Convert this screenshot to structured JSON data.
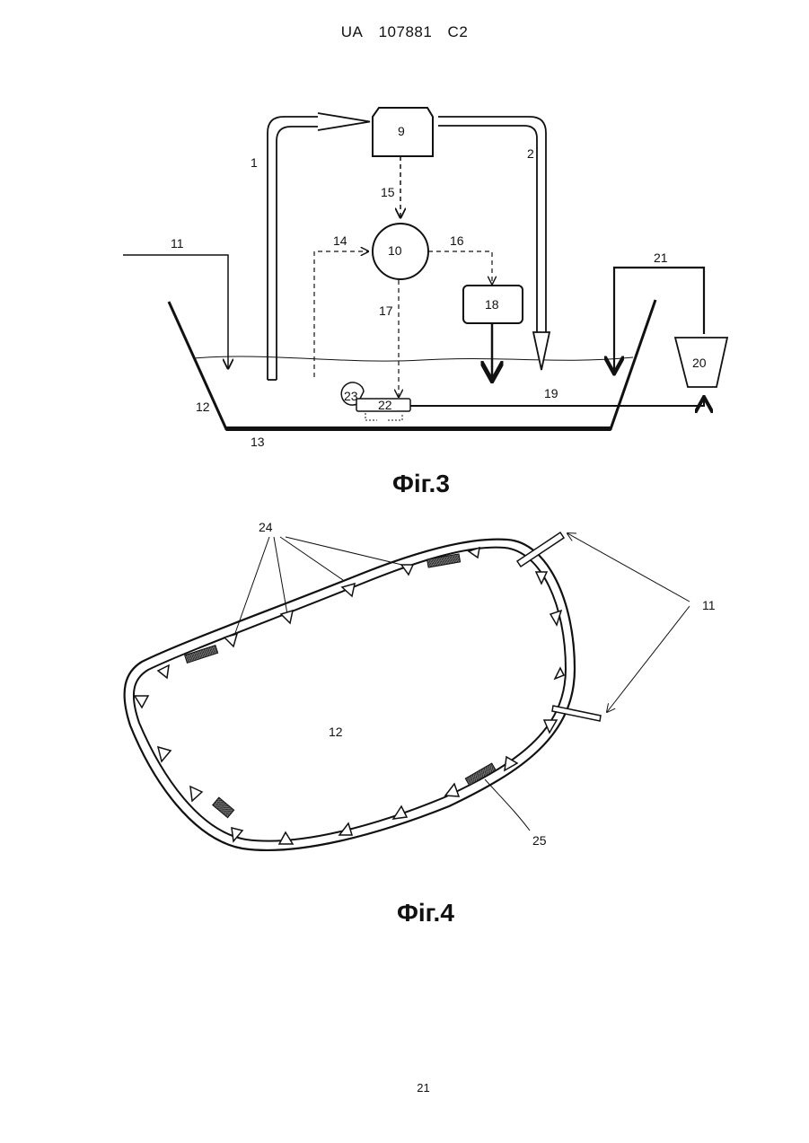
{
  "header": {
    "country": "UA",
    "number": "107881",
    "kind": "C2"
  },
  "fig3": {
    "caption": "Фіг.3",
    "labels": {
      "l1": "1",
      "l2": "2",
      "l9": "9",
      "l10": "10",
      "l11": "11",
      "l12": "12",
      "l13": "13",
      "l14": "14",
      "l15": "15",
      "l16": "16",
      "l17": "17",
      "l18": "18",
      "l19": "19",
      "l20": "20",
      "l21": "21",
      "l22": "22",
      "l23": "23"
    }
  },
  "fig4": {
    "caption": "Фіг.4",
    "labels": {
      "l11": "11",
      "l12": "12",
      "l24": "24",
      "l25": "25"
    }
  },
  "page_number": "21"
}
